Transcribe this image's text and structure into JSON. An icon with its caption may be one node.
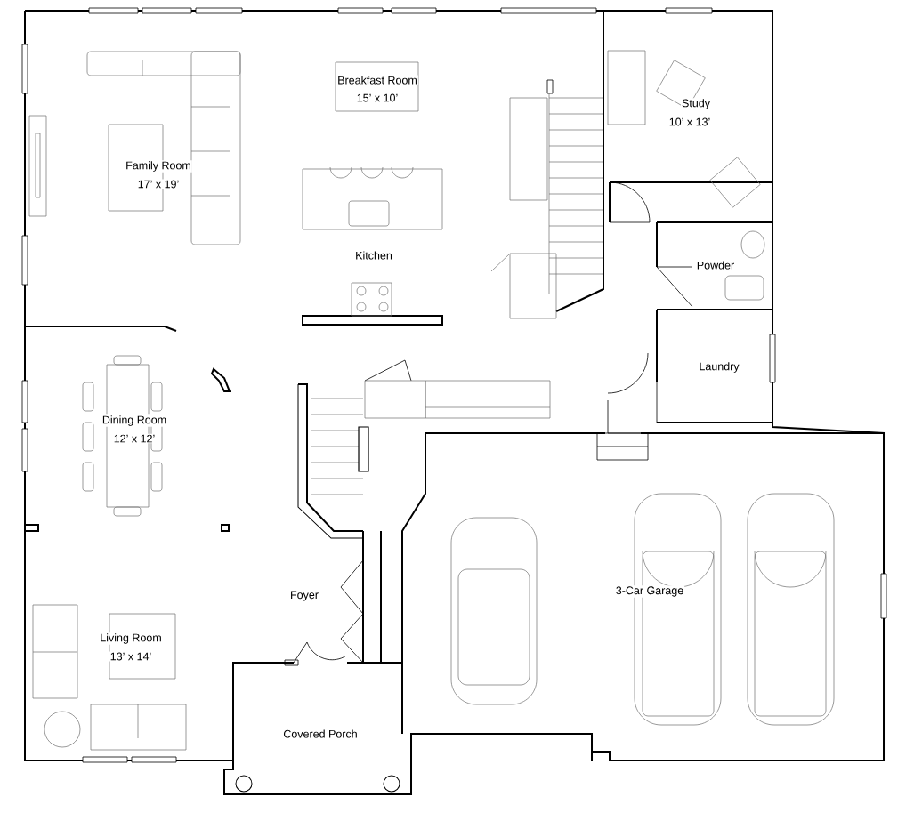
{
  "diagram": {
    "labels": [
      "Breakfast Room",
      "15’ x 10’",
      "Study",
      "10’ x 13’",
      "Family Room",
      "17’ x 19’",
      "Kitchen",
      "Powder",
      "Laundry",
      "Dining Room",
      "12’ x 12’",
      "Foyer",
      "3-Car Garage",
      "Living Room",
      "13’ x 14’",
      "Covered Porch"
    ]
  }
}
